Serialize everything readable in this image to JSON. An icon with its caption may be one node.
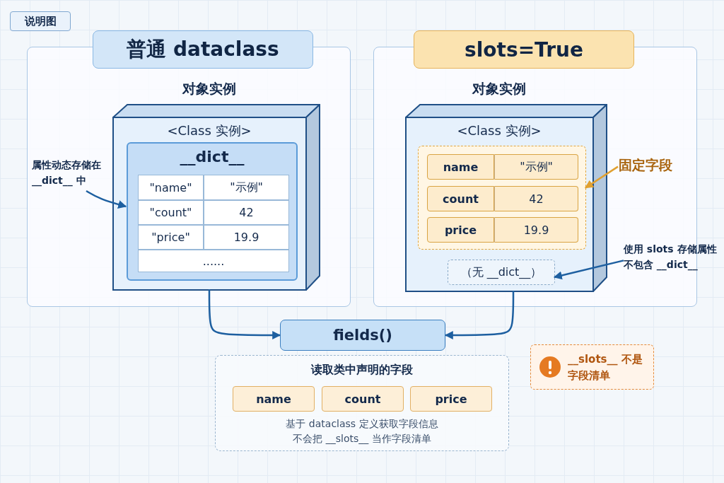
{
  "diagram": {
    "nodes": [
      {
        "text": [
          "说明图"
        ]
      },
      {
        "text": [
          "普通 dataclass"
        ]
      },
      {
        "text": [
          "对象实例",
          "<Class 实例>"
        ],
        "in": 1
      },
      {
        "text": [
          "__dict__"
        ],
        "in": 2
      },
      {
        "text": [
          "\"name\""
        ],
        "in": 3
      },
      {
        "text": [
          "\"示例\""
        ],
        "in": 3
      },
      {
        "text": [
          "\"count\""
        ],
        "in": 3
      },
      {
        "text": [
          "42"
        ],
        "in": 3
      },
      {
        "text": [
          "\"price\""
        ],
        "in": 3
      },
      {
        "text": [
          "19.9"
        ],
        "in": 3
      },
      {
        "text": [
          "......"
        ],
        "in": 3
      },
      {
        "text": [
          "属性动态存储在 __dict__ 中"
        ],
        "in": 1
      },
      {
        "text": [
          "slots=True"
        ]
      },
      {
        "text": [
          "对象实例",
          "<Class 实例>"
        ],
        "in": 12
      },
      {
        "text": [],
        "shape": "box",
        "in": 13
      },
      {
        "text": [
          "name"
        ],
        "in": 14
      },
      {
        "text": [
          "\"示例\""
        ],
        "in": 14
      },
      {
        "text": [
          "count"
        ],
        "in": 14
      },
      {
        "text": [
          "42"
        ],
        "in": 14
      },
      {
        "text": [
          "price"
        ],
        "in": 14
      },
      {
        "text": [
          "19.9"
        ],
        "in": 14
      },
      {
        "text": [
          "（无 __dict__）"
        ],
        "in": 13
      },
      {
        "text": [
          "固定字段"
        ],
        "in": 12
      },
      {
        "text": [
          "使用 slots 存储属性不包含 __dict__"
        ]
      },
      {
        "text": [
          "fields()"
        ]
      },
      {
        "text": [
          "读取类中声明的字段",
          "基于 dataclass 定义获取字段信息",
          "不会把 __slots__ 当作字段清单"
        ]
      },
      {
        "text": [
          "name"
        ],
        "in": 25
      },
      {
        "text": [
          "count"
        ],
        "in": 25
      },
      {
        "text": [
          "price"
        ],
        "in": 25
      },
      {
        "text": [
          "__slots__ 不是字段清单"
        ]
      }
    ],
    "edges": [
      {
        "from": 11,
        "to": 3,
        "arrow": "to"
      },
      {
        "from": 2,
        "to": 24,
        "arrow": "to"
      },
      {
        "from": 13,
        "to": 24,
        "arrow": "to"
      },
      {
        "from": 22,
        "to": 14,
        "arrow": "to",
        "color": "#e0a030"
      },
      {
        "from": 23,
        "to": 21,
        "arrow": "to"
      }
    ]
  }
}
